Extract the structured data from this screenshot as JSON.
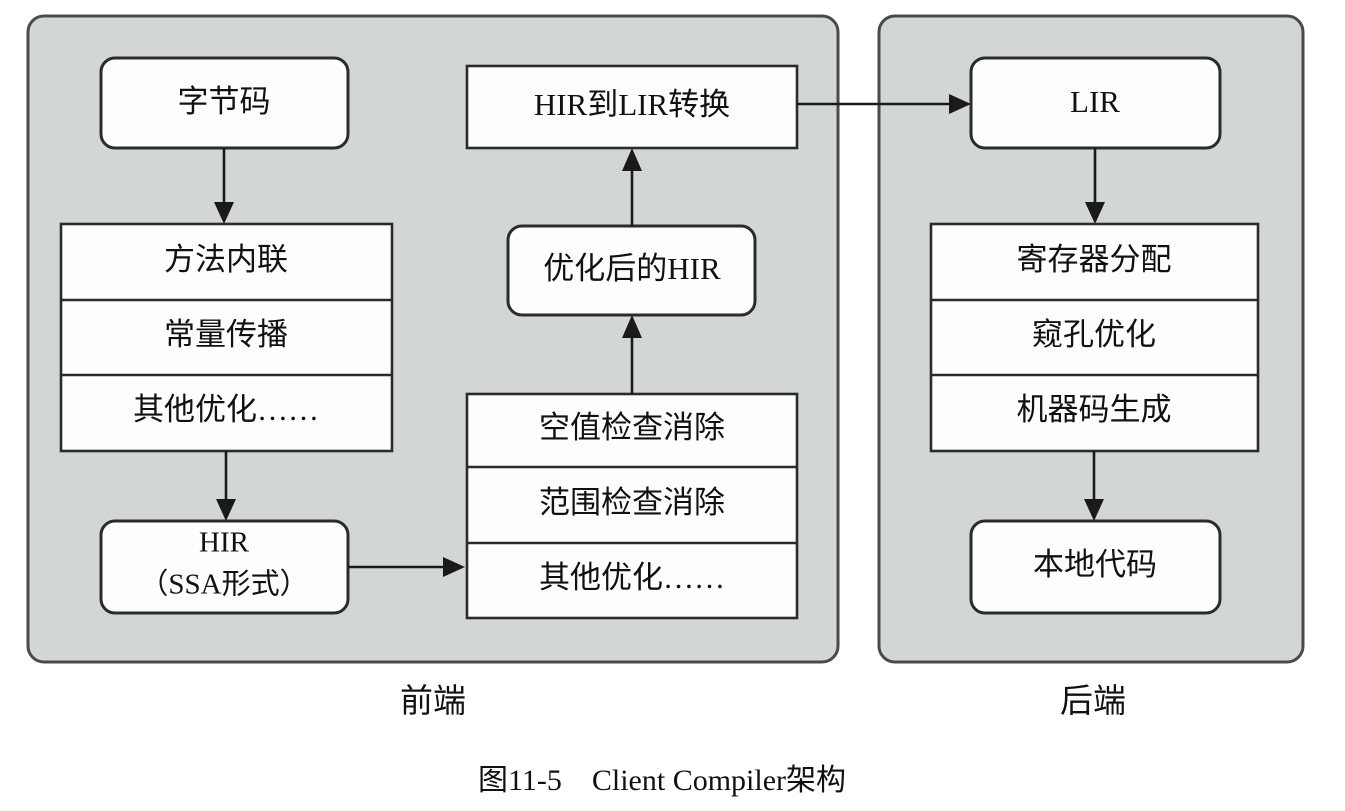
{
  "figure": {
    "caption": "图11-5　Client Compiler架构",
    "background_color": "#ffffff",
    "panel_fill": "#d3d6d6",
    "box_fill": "#fdfdfd",
    "line_color": "#1a1a1a"
  },
  "panels": [
    {
      "id": "frontend",
      "label": "前端"
    },
    {
      "id": "backend",
      "label": "后端"
    }
  ],
  "nodes": {
    "bytecode": "字节码",
    "hir_to_lir": "HIR到LIR转换",
    "lir": "LIR",
    "optimized_hir": "优化后的HIR",
    "hir_ssa_line1": "HIR",
    "hir_ssa_line2": "（SSA形式）",
    "native_code": "本地代码"
  },
  "stacks": {
    "frontend_opts": [
      "方法内联",
      "常量传播",
      "其他优化……"
    ],
    "hir_opts": [
      "空值检查消除",
      "范围检查消除",
      "其他优化……"
    ],
    "backend_steps": [
      "寄存器分配",
      "窥孔优化",
      "机器码生成"
    ]
  }
}
